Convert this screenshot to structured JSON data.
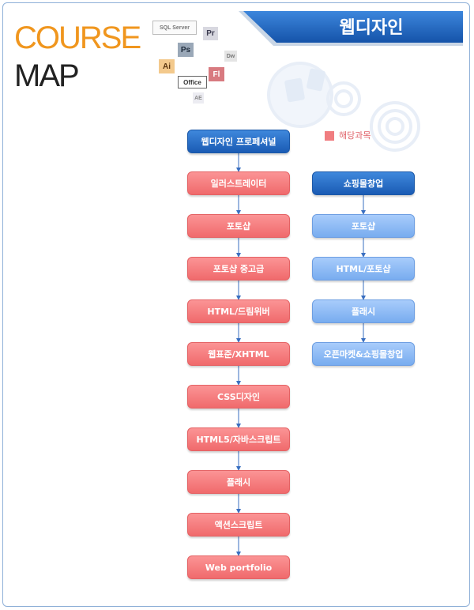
{
  "header": {
    "title_line1": "COURSE",
    "title_line2": "MAP",
    "category": "웹디자인"
  },
  "software_logos": [
    {
      "name": "SQL Server"
    },
    {
      "name": "Pr"
    },
    {
      "name": "Ps"
    },
    {
      "name": "Dw"
    },
    {
      "name": "Ai"
    },
    {
      "name": "Fl"
    },
    {
      "name": "Office"
    },
    {
      "name": "AE"
    }
  ],
  "legend": {
    "label": "해당과목",
    "color": "#f07d80"
  },
  "main_track": {
    "title": "웹디자인 프로페셔널",
    "steps": [
      "일러스트레이터",
      "포토샵",
      "포토샵 중고급",
      "HTML/드림위버",
      "웹표준/XHTML",
      "CSS디자인",
      "HTML5/자바스크립트",
      "플래시",
      "액션스크립트",
      "Web portfolio"
    ]
  },
  "side_track": {
    "title": "쇼핑몰창업",
    "steps": [
      "포토샵",
      "HTML/포토샵",
      "플래시",
      "오픈마켓&쇼핑몰창업"
    ]
  },
  "colors": {
    "accent_orange": "#f0961e",
    "banner_blue": "#1a5bb4",
    "highlight_red": "#f07d80",
    "light_blue": "#78acef"
  }
}
